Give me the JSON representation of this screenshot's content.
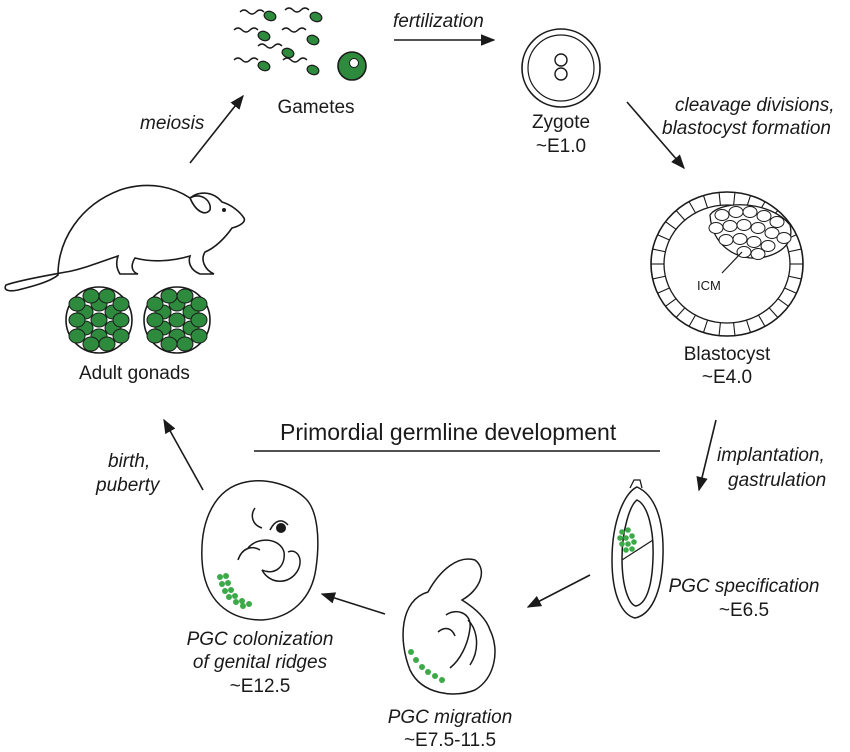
{
  "title": "Primordial germline development",
  "stages": {
    "gametes": {
      "label": "Gametes"
    },
    "zygote": {
      "label": "Zygote",
      "stage": "~E1.0"
    },
    "blastocyst": {
      "label": "Blastocyst",
      "stage": "~E4.0",
      "icm_label": "ICM"
    },
    "pgc_specification": {
      "label": "PGC specification",
      "stage": "~E6.5"
    },
    "pgc_migration": {
      "label": "PGC migration",
      "stage": "~E7.5-11.5"
    },
    "pgc_colonization": {
      "line1": "PGC colonization",
      "line2": "of genital ridges",
      "stage": "~E12.5"
    },
    "adult_gonads": {
      "label": "Adult gonads"
    }
  },
  "transitions": {
    "fertilization": "fertilization",
    "cleavage_line1": "cleavage divisions,",
    "cleavage_line2": "blastocyst formation",
    "implantation_line1": "implantation,",
    "implantation_line2": "gastrulation",
    "birth_line1": "birth,",
    "birth_line2": "puberty",
    "meiosis": "meiosis"
  },
  "colors": {
    "germ_cell_green": "#2e8b3e",
    "pgc_dot_green": "#3daa4a",
    "line": "#1a1a1a"
  }
}
